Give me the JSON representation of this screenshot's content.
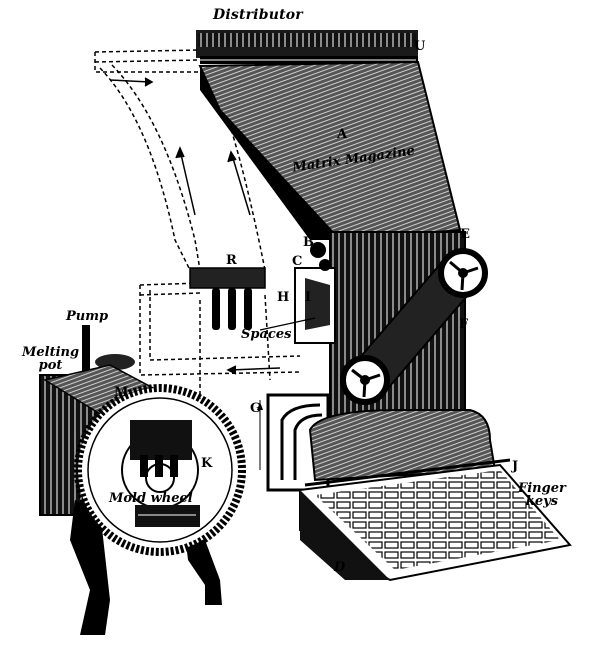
{
  "figure": {
    "subject": "Linotype typesetting machine",
    "colors": {
      "ink": "#000000",
      "paper": "#ffffff",
      "shade": "#3a3a3a"
    }
  },
  "labels": {
    "distributor": "Distributor",
    "matrix_magazine_letter": "A",
    "matrix_magazine": "Matrix Magazine",
    "pump": "Pump",
    "melting_pot_line1": "Melting",
    "melting_pot_line2": "pot",
    "mold_wheel": "Mold wheel",
    "spaces": "Spaces",
    "finger_keys_line1": "Finger",
    "finger_keys_line2": "keys",
    "letters": {
      "B": "B",
      "C": "C",
      "D": "D",
      "E": "E",
      "F": "F",
      "G": "G",
      "H": "H",
      "I": "I",
      "J": "J",
      "K": "K",
      "M": "M",
      "R": "R",
      "U": "U"
    }
  }
}
